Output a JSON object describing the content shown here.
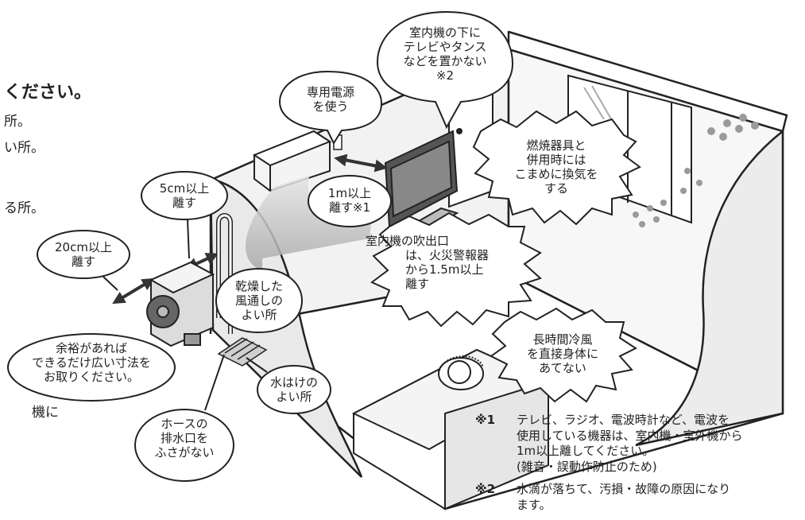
{
  "left_text": {
    "heading": "ください。",
    "line1": "所。",
    "line2": "い所。",
    "line3": "る所。",
    "line4": "機に"
  },
  "bubbles": {
    "dedicated_power": "専用電源\nを使う",
    "no_tv_under": "室内機の下に\nテレビやタンス\nなどを置かない\n※2",
    "combustion": "燃焼器具と\n併用時には\nこまめに換気を\nする",
    "gap_5cm": "5cm以上\n離す",
    "gap_1m": "1m以上\n離す※1",
    "gap_20cm": "20cm以上\n離す",
    "fire_alarm": "室内機の吹出口\nは、火災警報器\nから1.5m以上\n離す",
    "dry_place": "乾燥した\n風通しの\nよい所",
    "cold_wind": "長時間冷風\nを直接身体に\nあてない",
    "spare_space": "余裕があれば\nできるだけ広い寸法を\nお取りください。",
    "drainage": "水はけの\nよい所",
    "hose": "ホースの\n排水口を\nふさがない"
  },
  "notes": [
    {
      "mark": "※1",
      "text": "テレビ、ラジオ、電波時計など、電波を\n使用している機器は、室内機・室外機から\n1m以上離してください。\n(雑音・誤動作防止のため)"
    },
    {
      "mark": "※2",
      "text": "水滴が落ちて、汚損・故障の原因になり\nます。"
    }
  ],
  "colors": {
    "line": "#222222",
    "shade_light": "#eeeeee",
    "shade_mid": "#d6d6d6",
    "shade_dark": "#9a9a9a",
    "airflow_gray": "#c8c8c8"
  }
}
